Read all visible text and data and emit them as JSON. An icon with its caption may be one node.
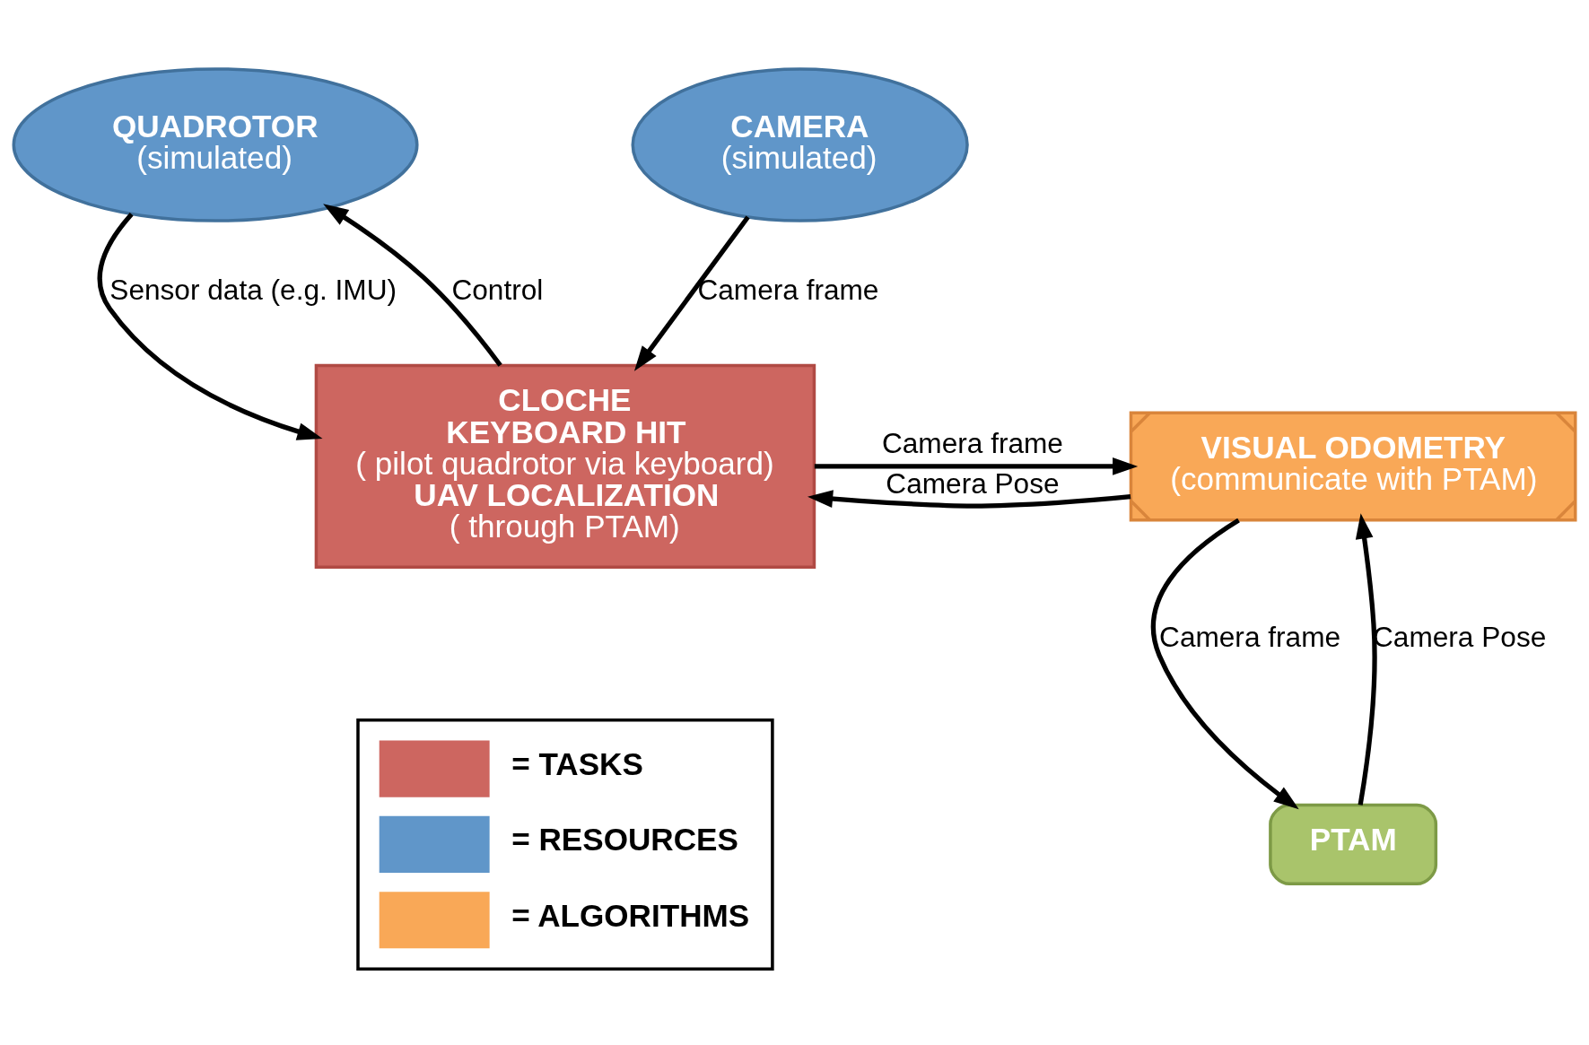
{
  "diagram": {
    "nodes": [
      {
        "text": [
          "QUADROTOR",
          "(simulated)"
        ]
      },
      {
        "text": [
          "CAMERA",
          "(simulated)"
        ]
      },
      {
        "text": [
          "CLOCHE",
          "KEYBOARD HIT",
          "( pilot quadrotor via keyboard)",
          "UAV LOCALIZATION",
          "( through PTAM)"
        ]
      },
      {
        "text": [
          "VISUAL ODOMETRY",
          "(communicate with PTAM)"
        ]
      },
      {
        "text": [
          "PTAM"
        ]
      }
    ],
    "edges": [
      {
        "from": 0,
        "to": 2,
        "arrow": "to",
        "label": "Sensor data (e.g. IMU)"
      },
      {
        "from": 1,
        "to": 2,
        "arrow": "to",
        "label": "Camera frame"
      },
      {
        "from": 2,
        "to": 0,
        "arrow": "to",
        "label": "Control"
      },
      {
        "from": 2,
        "to": 3,
        "arrow": "to",
        "label": "Camera frame"
      },
      {
        "from": 3,
        "to": 2,
        "arrow": "to",
        "label": "Camera Pose"
      },
      {
        "from": 4,
        "to": 3,
        "arrow": "to",
        "label": "Camera Pose"
      },
      {
        "from": 3,
        "to": 4,
        "arrow": "to",
        "label": "Camera frame"
      }
    ],
    "legend": [
      {
        "text": "= TASKS",
        "color": "#cd6660"
      },
      {
        "text": "= RESOURCES",
        "color": "#6096c9"
      },
      {
        "text": "= ALGORITHMS",
        "color": "#f9a857"
      }
    ]
  }
}
